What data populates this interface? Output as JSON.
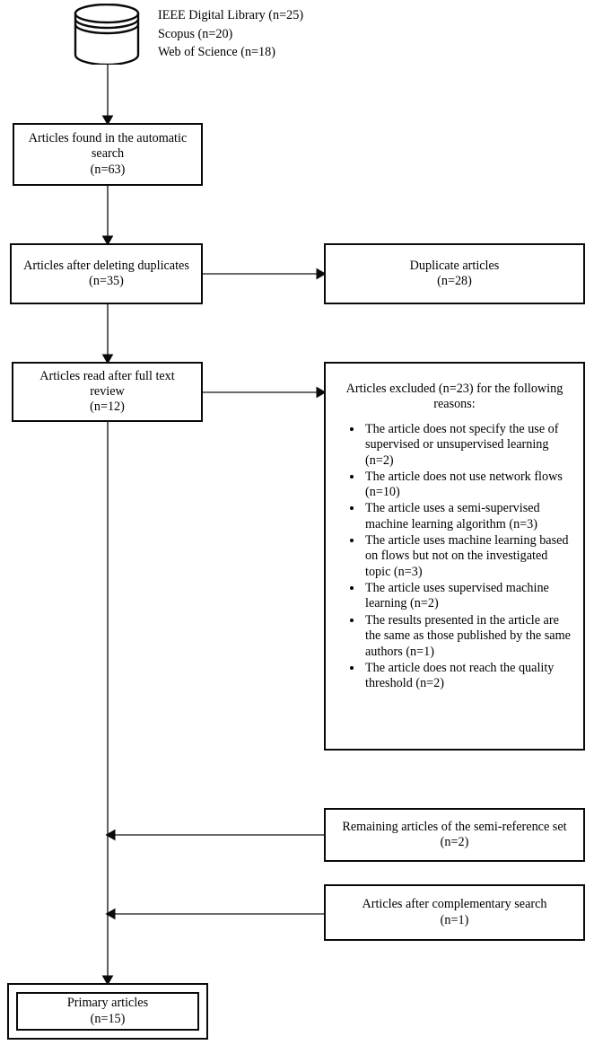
{
  "figure": {
    "type": "prisma-flow-diagram",
    "colors": {
      "stroke": "#0a0a0a",
      "background": "#ffffff",
      "text": "#000000"
    }
  },
  "sources": {
    "icon": "database-cylinder-icon",
    "items": [
      "IEEE Digital Library (n=25)",
      "Scopus (n=20)",
      "Web of Science (n=18)"
    ]
  },
  "nodes": {
    "found": {
      "lines": [
        "Articles found in the automatic",
        "search",
        "(n=63)"
      ]
    },
    "after_duplicates": {
      "lines": [
        "Articles after deleting duplicates",
        "(n=35)"
      ]
    },
    "duplicates": {
      "lines": [
        "Duplicate articles",
        "(n=28)"
      ]
    },
    "full_text": {
      "lines": [
        "Articles read after full text",
        "review",
        "(n=12)"
      ]
    },
    "excluded": {
      "headline": "Articles excluded (n=23) for the following reasons:",
      "reasons": [
        "The article does not specify the use of supervised or unsupervised learning (n=2)",
        "The article does not use network flows (n=10)",
        "The article uses a semi-supervised machine learning algorithm (n=3)",
        "The article uses machine learning based on flows but not on the investigated topic (n=3)",
        "The article uses supervised machine learning (n=2)",
        "The results presented in the article are the same as those published by the same authors (n=1)",
        "The article does not reach the quality threshold (n=2)"
      ]
    },
    "semi_reference": {
      "lines": [
        "Remaining articles of the semi-reference set",
        "(n=2)"
      ]
    },
    "complementary": {
      "lines": [
        "Articles after complementary search",
        "(n=1)"
      ]
    },
    "primary": {
      "lines": [
        "Primary articles",
        "(n=15)"
      ]
    }
  }
}
